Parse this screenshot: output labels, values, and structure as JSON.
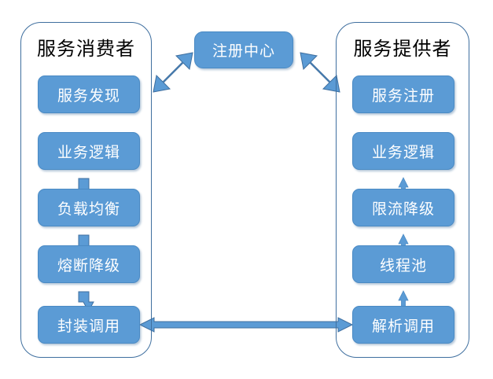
{
  "diagram": {
    "title_consumer": "服务消费者",
    "title_provider": "服务提供者",
    "registry": {
      "label": "注册中心"
    },
    "consumer_nodes": [
      {
        "label": "服务发现"
      },
      {
        "label": "业务逻辑"
      },
      {
        "label": "负载均衡"
      },
      {
        "label": "熔断降级"
      },
      {
        "label": "封装调用"
      }
    ],
    "provider_nodes": [
      {
        "label": "服务注册"
      },
      {
        "label": "业务逻辑"
      },
      {
        "label": "限流降级"
      },
      {
        "label": "线程池"
      },
      {
        "label": "解析调用"
      }
    ],
    "colors": {
      "node_fill": "#5b9bd5",
      "node_border": "#4a8ac4",
      "node_text": "#ffffff",
      "panel_border": "#3f6f9f",
      "arrow_fill": "#5b9bd5",
      "arrow_stroke": "#3f6f9f",
      "title_text": "#000000",
      "background": "#ffffff"
    }
  }
}
